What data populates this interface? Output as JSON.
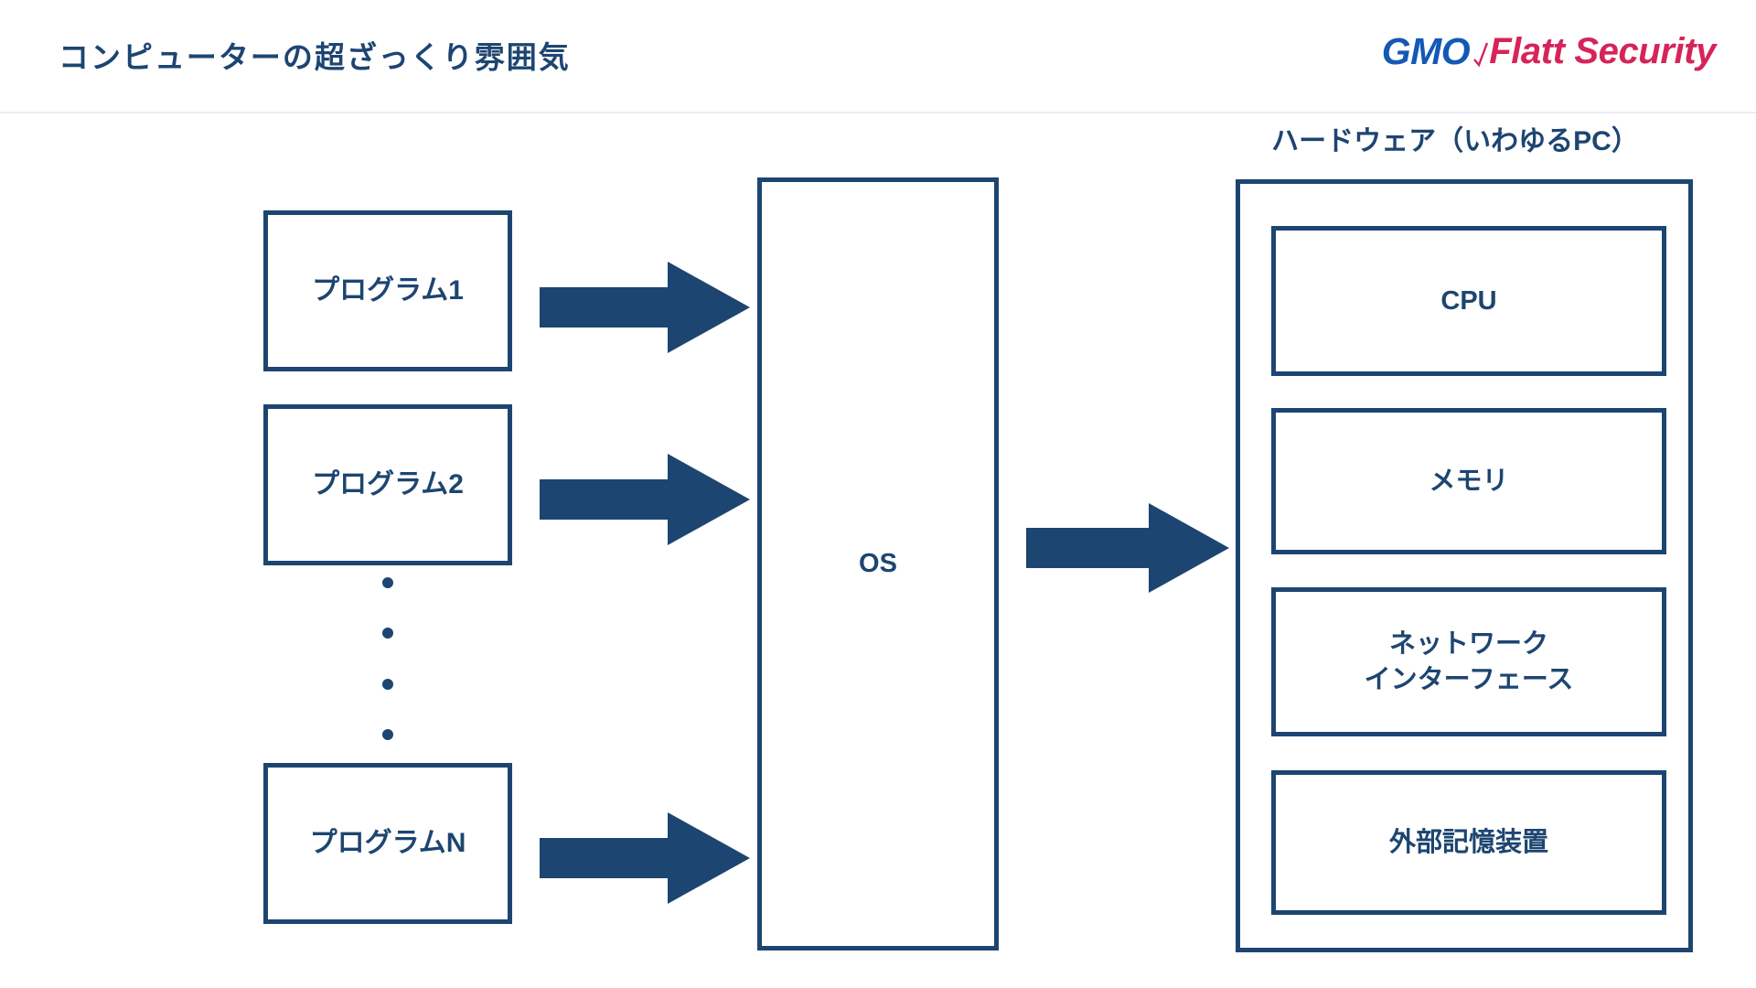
{
  "header": {
    "title": "コンピューターの超ざっくり雰囲気",
    "logo": {
      "gmo": "GMO",
      "flatt": "Flatt Security",
      "gmo_color": "#1359b6",
      "flatt_color": "#d6245a"
    },
    "divider_color": "#eceef0"
  },
  "theme": {
    "accent": "#1d4571",
    "background": "#ffffff"
  },
  "diagram": {
    "type": "block-diagram",
    "programs": [
      {
        "label": "プログラム1"
      },
      {
        "label": "プログラム2"
      },
      {
        "label": "プログラムN"
      }
    ],
    "ellipsis_dots": 4,
    "os": {
      "label": "OS"
    },
    "hardware": {
      "label": "ハードウェア（いわゆるPC）",
      "components": [
        {
          "label": "CPU"
        },
        {
          "label": "メモリ"
        },
        {
          "line1": "ネットワーク",
          "line2": "インターフェース"
        },
        {
          "label": "外部記憶装置"
        }
      ]
    },
    "arrows": [
      {
        "name": "program1-to-os"
      },
      {
        "name": "program2-to-os"
      },
      {
        "name": "programN-to-os"
      },
      {
        "name": "os-to-hardware"
      }
    ]
  }
}
